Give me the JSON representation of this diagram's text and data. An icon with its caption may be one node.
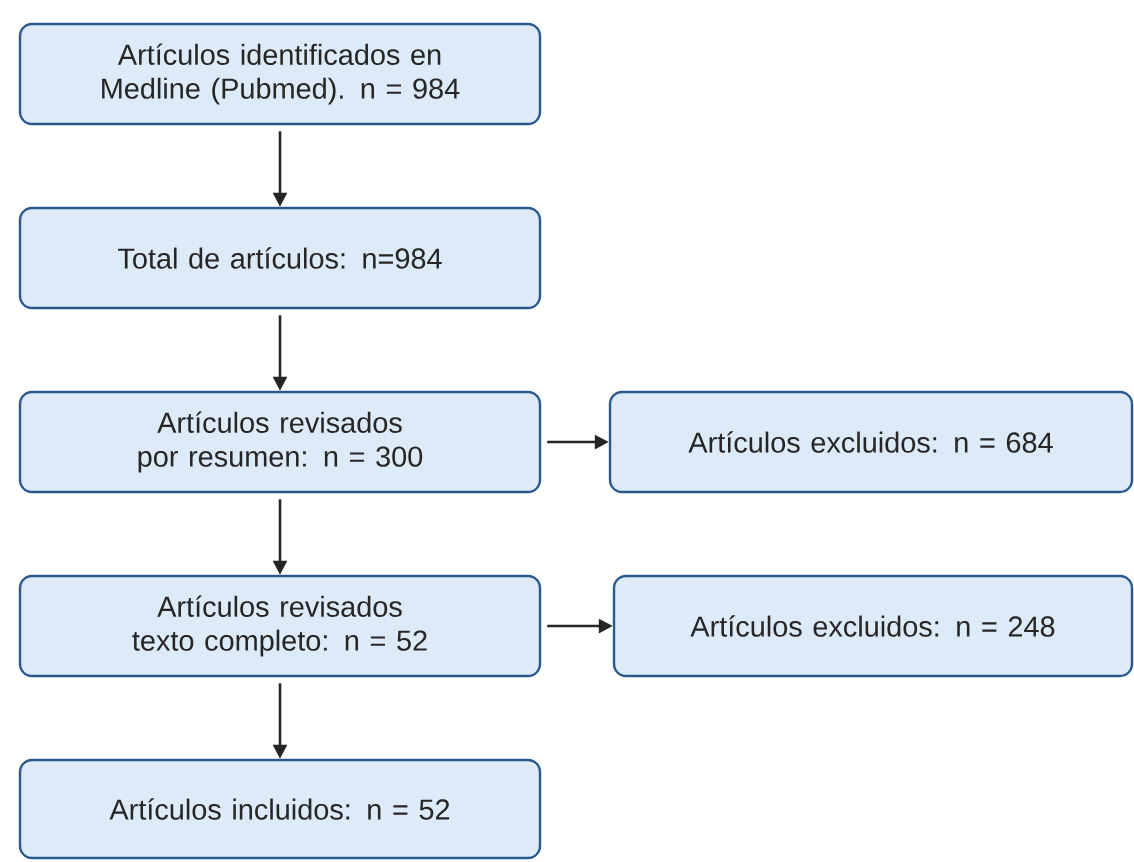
{
  "diagram": {
    "nodes": [
      {
        "text": [
          "Artículos identificados en Medline (Pubmed). n = 984"
        ]
      },
      {
        "text": [
          "Total de artículos: n=984"
        ]
      },
      {
        "text": [
          "Artículos revisados por resumen: n = 300"
        ]
      },
      {
        "text": [
          "Artículos excluidos: n = 684"
        ]
      },
      {
        "text": [
          "Artículos revisados texto completo: n = 52"
        ]
      },
      {
        "text": [
          "Artículos excluidos: n = 248"
        ]
      },
      {
        "text": [
          "Artículos incluidos: n = 52"
        ]
      }
    ],
    "edges": [
      {
        "from": 0,
        "to": 1,
        "arrow": "to"
      },
      {
        "from": 1,
        "to": 2,
        "arrow": "to"
      },
      {
        "from": 2,
        "to": 3,
        "arrow": "to"
      },
      {
        "from": 2,
        "to": 4,
        "arrow": "to"
      },
      {
        "from": 4,
        "to": 5,
        "arrow": "to"
      },
      {
        "from": 4,
        "to": 6,
        "arrow": "to"
      }
    ]
  }
}
